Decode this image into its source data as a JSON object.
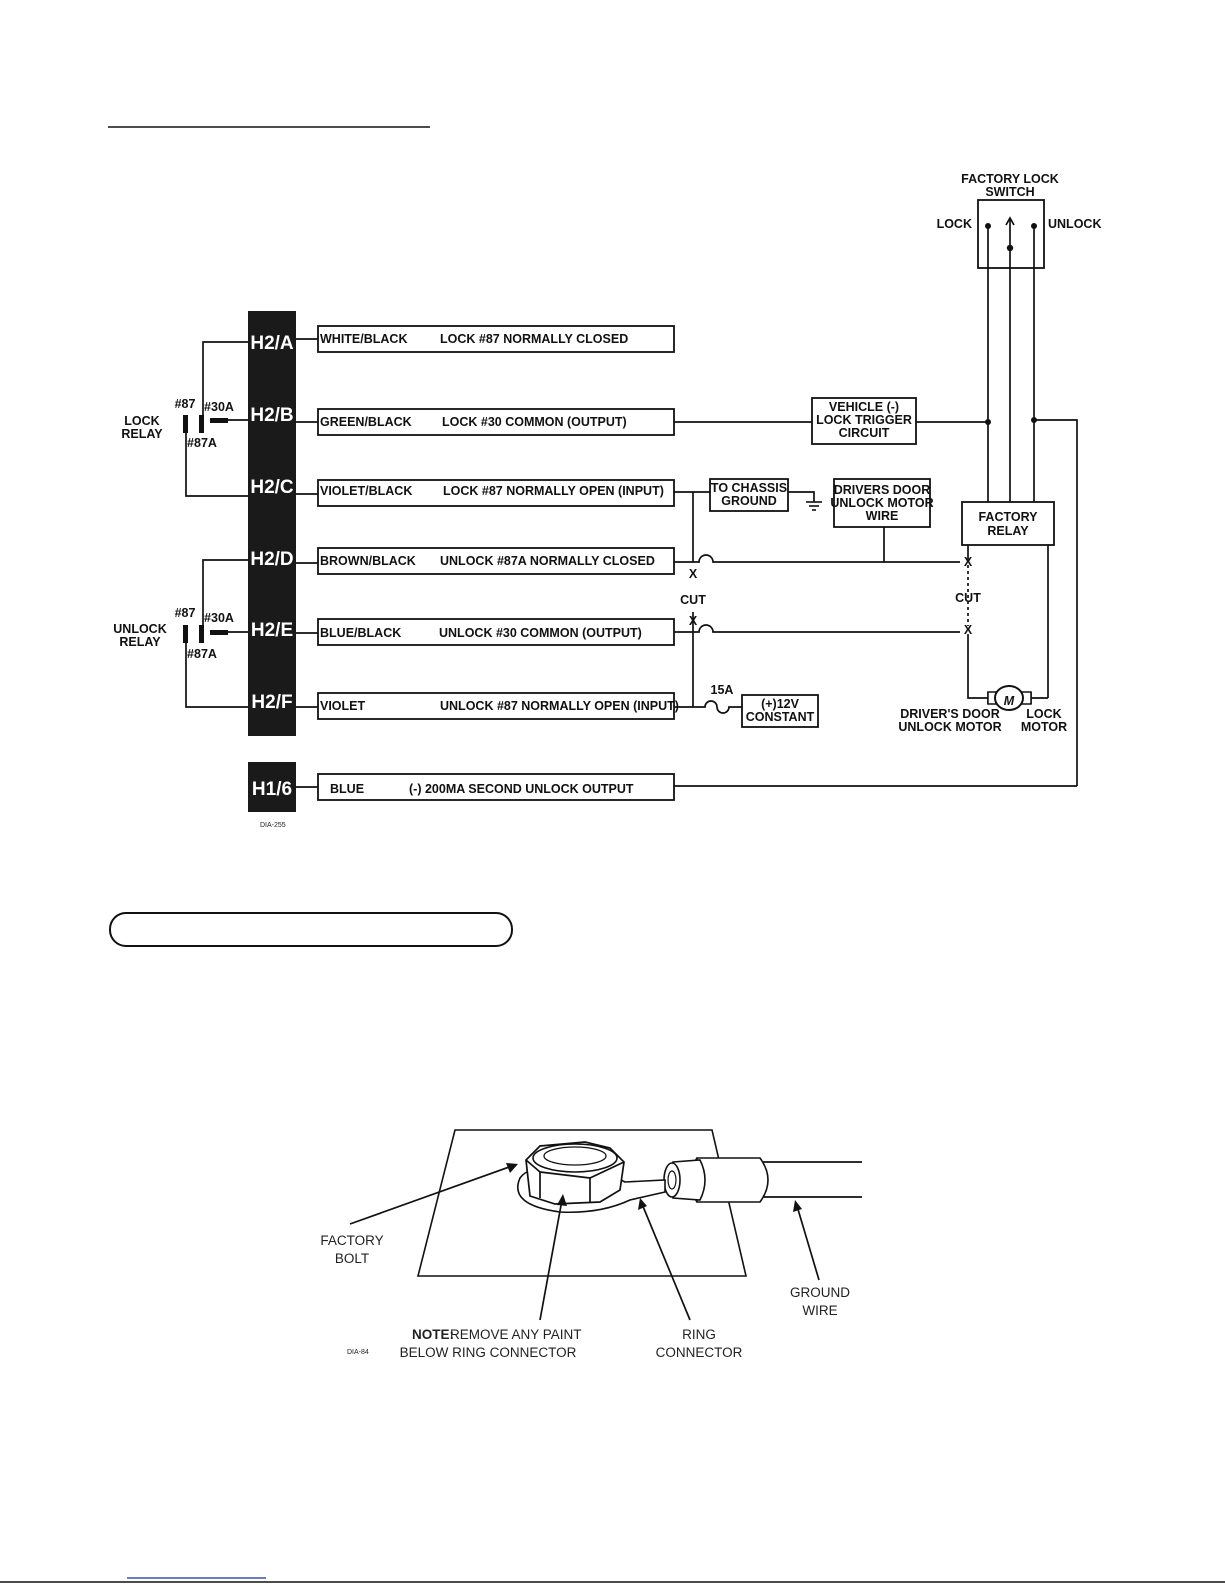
{
  "diagram1": {
    "factory_switch": {
      "title_line1": "FACTORY LOCK",
      "title_line2": "SWITCH",
      "left_label": "LOCK",
      "right_label": "UNLOCK"
    },
    "lock_relay": {
      "line1": "LOCK",
      "line2": "RELAY",
      "pin87": "#87",
      "pin30a": "#30A",
      "pin87a": "#87A"
    },
    "unlock_relay": {
      "line1": "UNLOCK",
      "line2": "RELAY",
      "pin87": "#87",
      "pin30a": "#30A",
      "pin87a": "#87A"
    },
    "pins": [
      {
        "id": "H2/A",
        "color": "WHITE/BLACK",
        "function": "LOCK #87 NORMALLY CLOSED"
      },
      {
        "id": "H2/B",
        "color": "GREEN/BLACK",
        "function": "LOCK #30 COMMON (OUTPUT)"
      },
      {
        "id": "H2/C",
        "color": "VIOLET/BLACK",
        "function": "LOCK #87 NORMALLY OPEN (INPUT)"
      },
      {
        "id": "H2/D",
        "color": "BROWN/BLACK",
        "function": "UNLOCK #87A NORMALLY CLOSED"
      },
      {
        "id": "H2/E",
        "color": "BLUE/BLACK",
        "function": "UNLOCK #30 COMMON (OUTPUT)"
      },
      {
        "id": "H2/F",
        "color": "VIOLET",
        "function": "UNLOCK #87 NORMALLY OPEN (INPUT)"
      },
      {
        "id": "H1/6",
        "color": "BLUE",
        "function": "(-) 200MA SECOND UNLOCK OUTPUT"
      }
    ],
    "vehicle_trigger": {
      "line1": "VEHICLE (-)",
      "line2": "LOCK TRIGGER",
      "line3": "CIRCUIT"
    },
    "chassis_ground": {
      "line1": "TO CHASSIS",
      "line2": "GROUND"
    },
    "drivers_door_wire": {
      "line1": "DRIVERS DOOR",
      "line2": "UNLOCK MOTOR",
      "line3": "WIRE"
    },
    "factory_relay": {
      "line1": "FACTORY",
      "line2": "RELAY"
    },
    "cut_label": "CUT",
    "x_mark": "X",
    "fuse_label": "15A",
    "constant": {
      "line1": "(+)12V",
      "line2": "CONSTANT"
    },
    "motor_symbol": "M",
    "drivers_motor": {
      "line1": "DRIVER'S DOOR",
      "line2": "UNLOCK MOTOR"
    },
    "lock_motor": {
      "line1": "LOCK",
      "line2": "MOTOR"
    },
    "diagram_id": "DIA-255"
  },
  "diagram2": {
    "factory_bolt": {
      "line1": "FACTORY",
      "line2": "BOLT"
    },
    "note_bold": "NOTE:",
    "note_line1": "REMOVE ANY PAINT",
    "note_line2": "BELOW RING CONNECTOR",
    "ring_connector": {
      "line1": "RING",
      "line2": "CONNECTOR"
    },
    "ground_wire": {
      "line1": "GROUND",
      "line2": "WIRE"
    },
    "diagram_id": "DIA-84"
  }
}
